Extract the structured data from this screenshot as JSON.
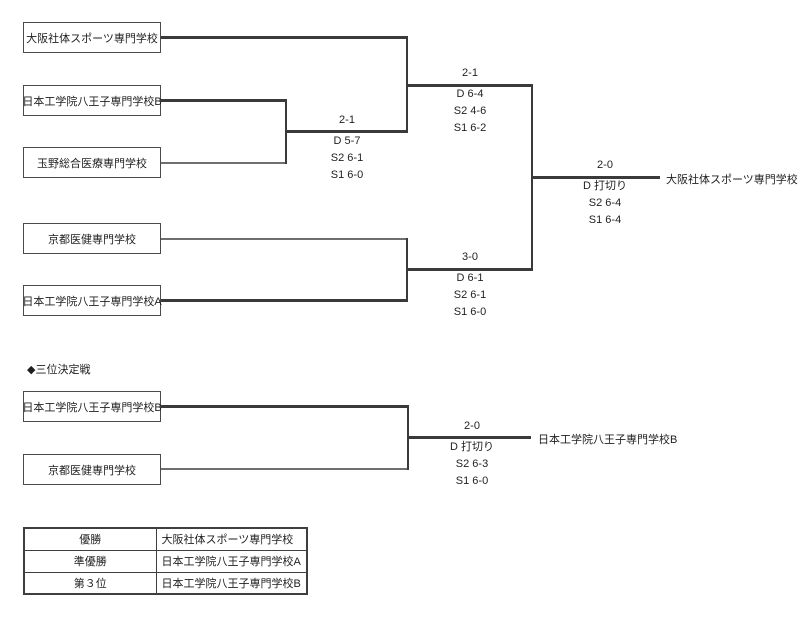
{
  "colors": {
    "background": "#ffffff",
    "line_bold": "#3a3a3a",
    "line_thin": "#6f6f6f",
    "box_border": "#4a4a4a",
    "text": "#1f1f1f"
  },
  "main_bracket": {
    "teams": [
      "大阪社体スポーツ専門学校",
      "日本工学院八王子専門学校B",
      "玉野総合医療専門学校",
      "京都医健専門学校",
      "日本工学院八王子専門学校A"
    ],
    "round1": {
      "score": "2-1",
      "details": [
        "D 5-7",
        "S2 6-1",
        "S1 6-0"
      ]
    },
    "semifinal_top": {
      "score": "2-1",
      "details": [
        "D 6-4",
        "S2 4-6",
        "S1 6-2"
      ]
    },
    "semifinal_bottom": {
      "score": "3-0",
      "details": [
        "D 6-1",
        "S2 6-1",
        "S1 6-0"
      ]
    },
    "final": {
      "score": "2-0",
      "details": [
        "D 打切り",
        "S2 6-4",
        "S1 6-4"
      ]
    },
    "champion": "大阪社体スポーツ専門学校"
  },
  "third_place": {
    "heading": "◆三位決定戦",
    "teams": [
      "日本工学院八王子専門学校B",
      "京都医健専門学校"
    ],
    "match": {
      "score": "2-0",
      "details": [
        "D 打切り",
        "S2 6-3",
        "S1 6-0"
      ]
    },
    "winner": "日本工学院八王子専門学校B"
  },
  "results": {
    "rows": [
      {
        "rank": "優勝",
        "team": "大阪社体スポーツ専門学校"
      },
      {
        "rank": "準優勝",
        "team": "日本工学院八王子専門学校A"
      },
      {
        "rank": "第３位",
        "team": "日本工学院八王子専門学校B"
      }
    ]
  }
}
